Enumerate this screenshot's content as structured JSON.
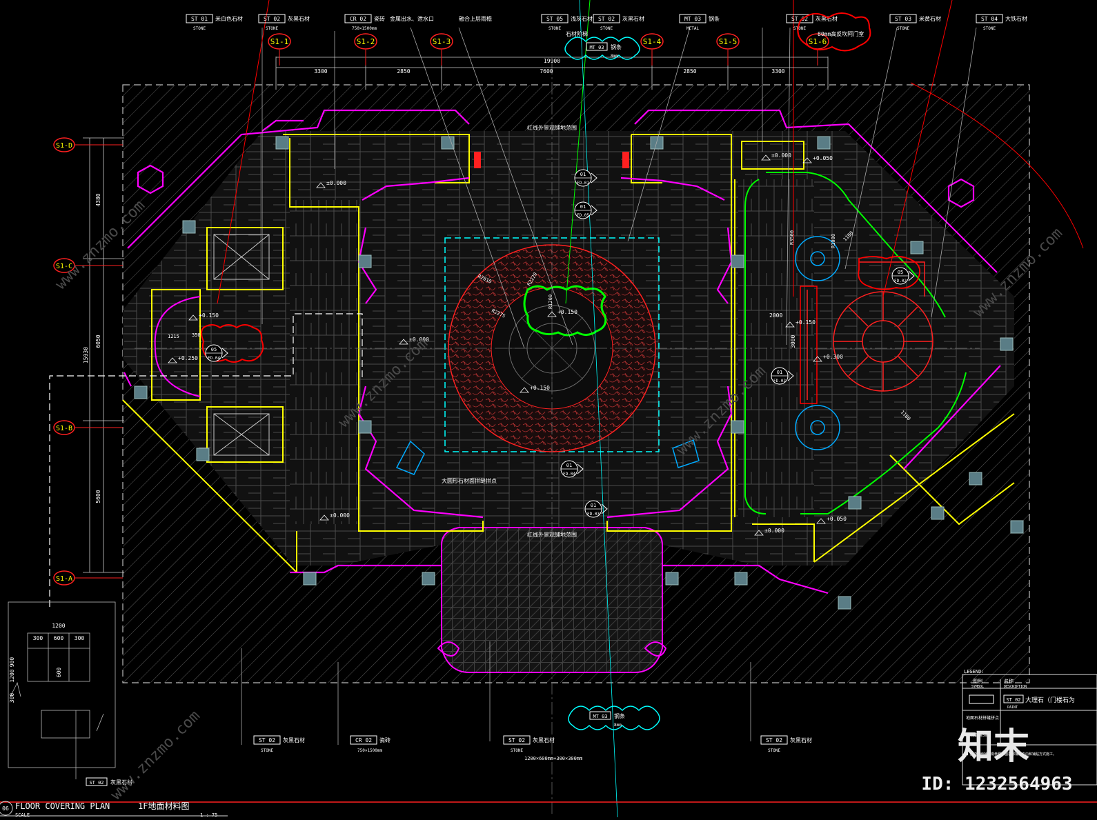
{
  "colors": {
    "background": "#000000",
    "magenta": "#ff00ff",
    "yellow": "#ffff00",
    "cyan": "#00ffff",
    "red": "#ff0000",
    "green": "#00ff00",
    "white": "#ffffff",
    "gray": "#8a8a8a",
    "hatch": "#6a6a6a",
    "slate": "#5a7d86"
  },
  "grid_columns": [
    "S1-1",
    "S1-2",
    "S1-3",
    "S1-4",
    "S1-5",
    "S1-6"
  ],
  "grid_rows": [
    "S1-D",
    "S1-C",
    "S1-B",
    "S1-A"
  ],
  "dimensions_top": [
    "3300",
    "2850",
    "7600",
    "2850",
    "3300"
  ],
  "dimension_overall": "19900",
  "dimensions_left": [
    "4380",
    "6050",
    "5600"
  ],
  "dimension_left_overall": "15930",
  "top_callouts": [
    {
      "code": "ST 01",
      "text": "米白色石材",
      "sub": "STONE"
    },
    {
      "code": "ST 02",
      "text": "灰黑石材",
      "sub": "STONE"
    },
    {
      "code": "CR 02",
      "text": "瓷砖",
      "sub": "750×1500mm"
    },
    {
      "code": "",
      "text": "金属出水、泄水口",
      "sub": ""
    },
    {
      "code": "",
      "text": "融合上层雨檐",
      "sub": ""
    },
    {
      "code": "ST 05",
      "text": "浅灰石材",
      "sub": "STONE"
    },
    {
      "code": "ST 02",
      "text": "灰黑石材",
      "sub": "STONE"
    },
    {
      "code": "MT 03",
      "text": "钢条",
      "sub": "METAL"
    },
    {
      "code": "ST 02",
      "text": "灰黑石材",
      "sub": "STONE"
    },
    {
      "code": "ST 03",
      "text": "米黄石材",
      "sub": "STONE"
    },
    {
      "code": "ST 04",
      "text": "大铁石材",
      "sub": "STONE"
    }
  ],
  "top_note_cloud": {
    "code": "MT 03",
    "text": "钢条",
    "sub": "8mm",
    "label": "石材阶梯"
  },
  "top_right_note": "80mm高反坎阿门室",
  "bottom_callouts": [
    {
      "code": "ST 02",
      "text": "灰黑石材",
      "sub": "STONE"
    },
    {
      "code": "CR 02",
      "text": "瓷砖",
      "sub": "750×1500mm"
    },
    {
      "code": "ST 02",
      "text": "灰黑石材",
      "sub": "STONE"
    },
    {
      "code": "ST 02",
      "text": "灰黑石材",
      "sub": "STONE"
    }
  ],
  "bottom_cloud": {
    "code": "MT 03",
    "text": "钢条",
    "sub": "8mm"
  },
  "bottom_mid_sub": "1200×600mm+300×300mm",
  "inset_callout": {
    "code": "ST 02",
    "text": "灰黑石材"
  },
  "inset_dims": [
    "1200",
    "300",
    "600",
    "300",
    "900",
    "600",
    "300",
    "1200"
  ],
  "levels": [
    "±0.000",
    "±0.000",
    "±0.000",
    "±0.000",
    "+0.050",
    "+0.150",
    "+0.150",
    "+0.150",
    "+0.300",
    "+0.250",
    "±0.000",
    "+0.050",
    "+0.150"
  ],
  "labels": {
    "red_line_top": "红线外景观铺地范围",
    "red_line_bottom": "红线外景观铺地范围",
    "marble_note": "大圆形石材面拼缝拼点",
    "radius_1": "R2810",
    "radius_2": "R2275",
    "radius_3": "R2220",
    "radius_4": "R1200",
    "r_stair": "R1000",
    "r_col": "R3500",
    "dim_stair": "1100",
    "dim_2000": "2000",
    "dim_3000": "3000",
    "dim_1215": "1215",
    "dim_350": "350"
  },
  "section_marks": [
    {
      "num": "01",
      "ref": "FD.01"
    },
    {
      "num": "01",
      "ref": "FD.05"
    },
    {
      "num": "05",
      "ref": "FD.02"
    },
    {
      "num": "05",
      "ref": "FD.04"
    },
    {
      "num": "01",
      "ref": "FD.02"
    },
    {
      "num": "01",
      "ref": "FD.04"
    },
    {
      "num": "01",
      "ref": "FD.03"
    }
  ],
  "legend": {
    "title": "LEGEND:",
    "col1": "图例",
    "col1_sub": "SYMBOL",
    "col2": "名称",
    "col2_sub": "DESCRIPTION",
    "row_code": "ST 02",
    "row_text": "大理石（门楼石为",
    "row_sub": "PAINT",
    "note1": "地面石材拼缝拼点",
    "note2": "石材倒角5mm",
    "note3": "■ 图中地面铺设需参照本图各部铺设方向和铺贴方式施工。"
  },
  "title": {
    "index": "06",
    "en": "FLOOR COVERING PLAN",
    "cn": "1F地面材料图",
    "scale_label": "SCALE",
    "scale": "1 : 75"
  },
  "watermark": {
    "logo": "知末",
    "id": "ID: 1232564963",
    "site": "www.znzmo.com"
  }
}
